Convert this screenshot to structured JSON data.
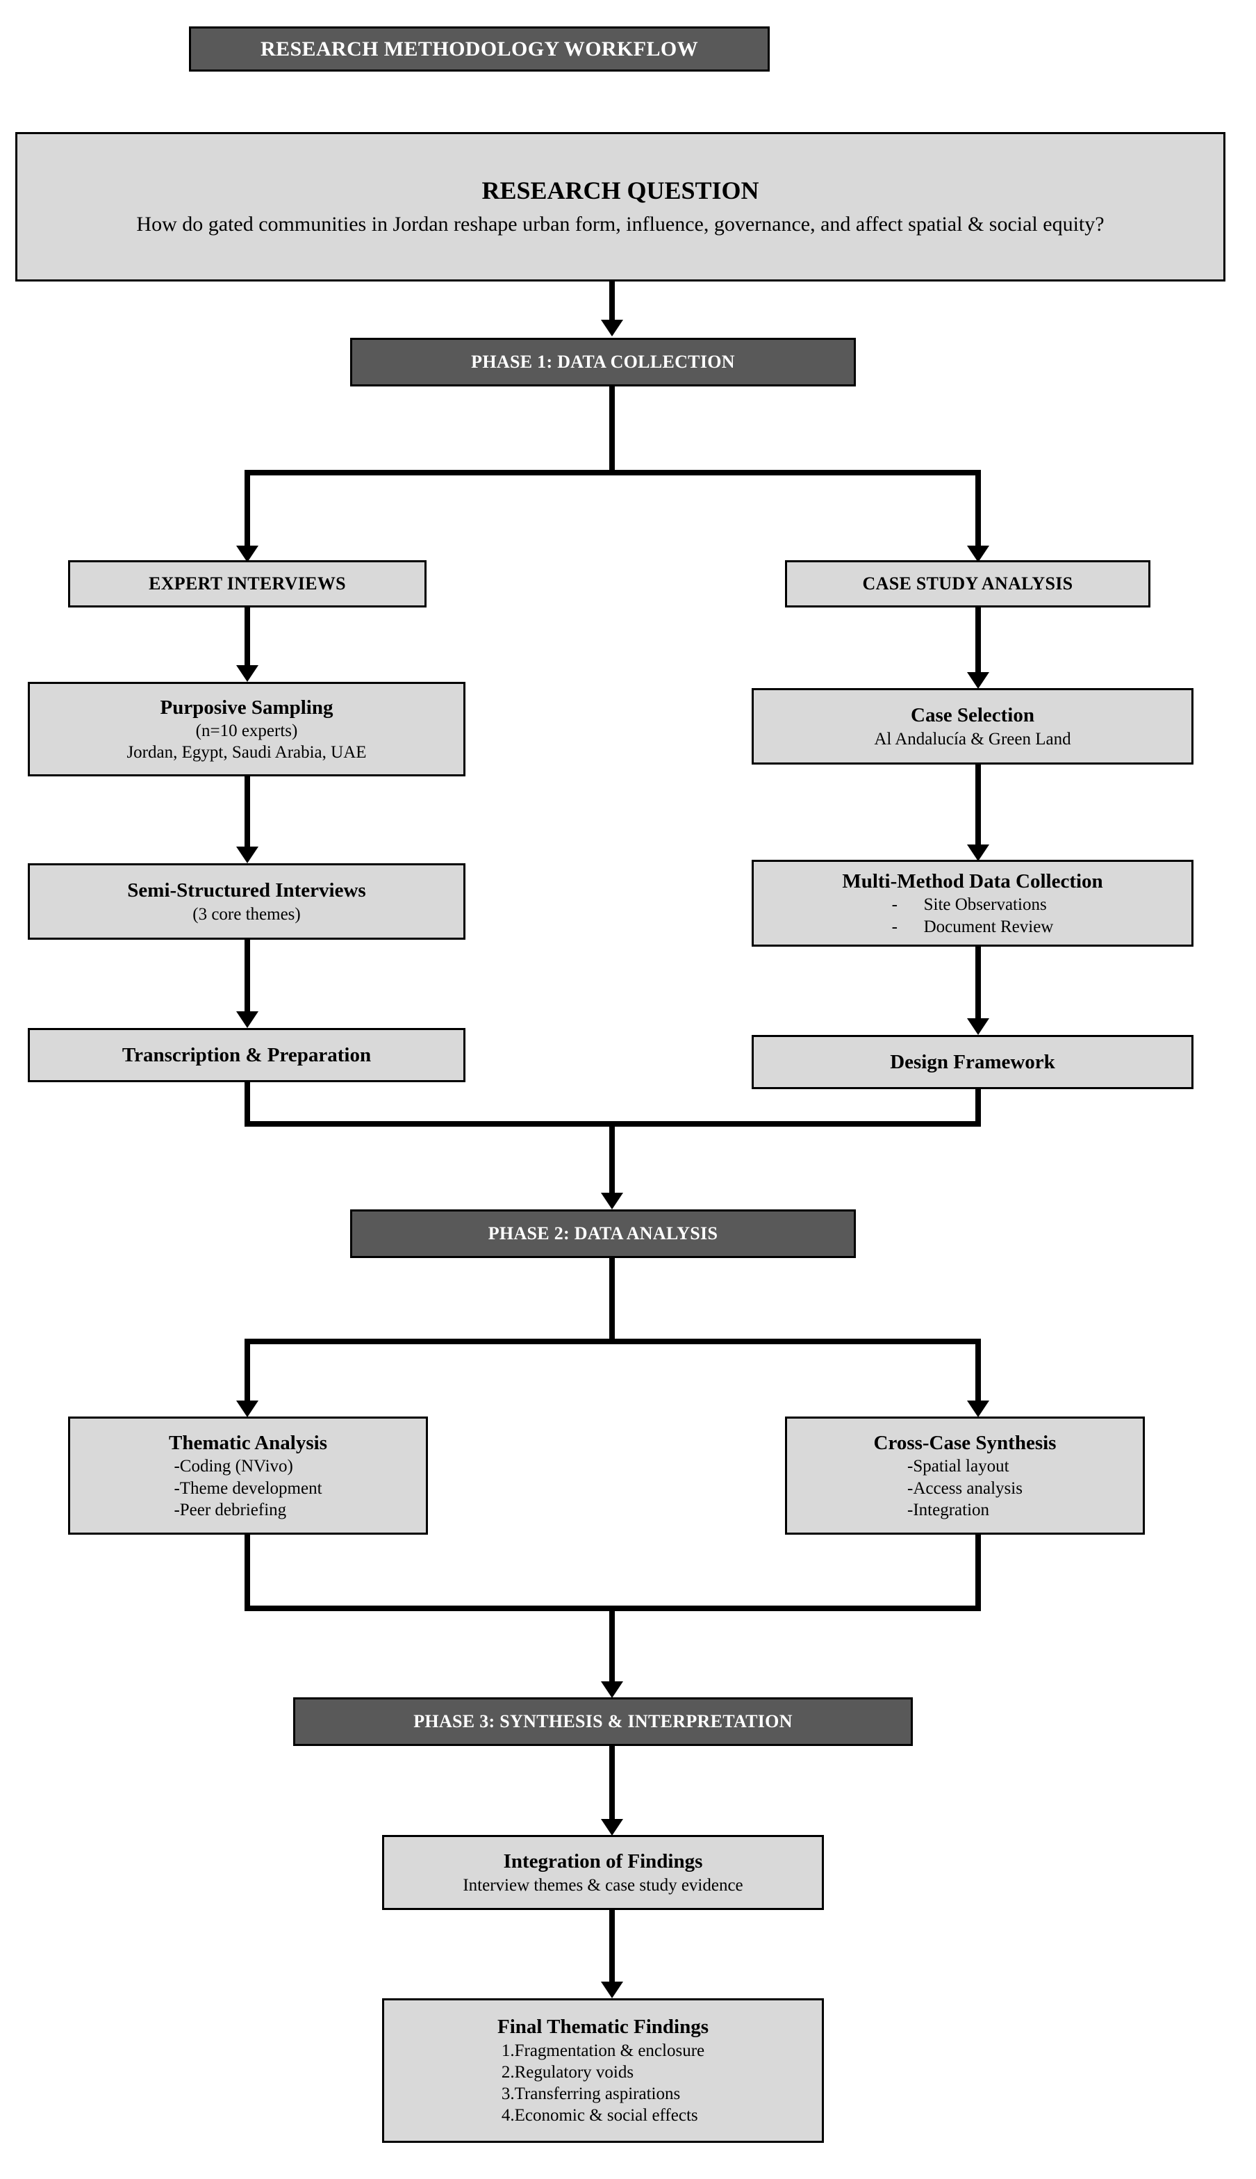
{
  "title_banner": {
    "label": "RESEARCH METHODOLOGY WORKFLOW"
  },
  "research_question": {
    "heading": "RESEARCH QUESTION",
    "text": "How do gated communities in Jordan reshape urban form, influence, governance, and affect spatial & social equity?"
  },
  "phases": {
    "phase1": "PHASE 1: DATA COLLECTION",
    "phase2": "PHASE 2: DATA ANALYSIS",
    "phase3": "PHASE 3: SYNTHESIS & INTERPRETATION"
  },
  "branches": {
    "left_head": "EXPERT INTERVIEWS",
    "right_head": "CASE STUDY ANALYSIS"
  },
  "left_column": [
    {
      "title": "Purposive Sampling",
      "sub1": "(n=10 experts)",
      "sub2": "Jordan, Egypt, Saudi Arabia, UAE"
    },
    {
      "title": "Semi-Structured Interviews",
      "sub1": "(3 core themes)"
    },
    {
      "title": "Transcription  & Preparation"
    }
  ],
  "right_column": [
    {
      "title": "Case Selection",
      "sub1": "Al Andalucía & Green Land"
    },
    {
      "title": "Multi-Method  Data Collection",
      "items": [
        "Site Observations",
        "Document Review"
      ]
    },
    {
      "title": "Design Framework"
    }
  ],
  "analysis": {
    "left": {
      "title": "Thematic Analysis",
      "items": [
        "-Coding (NVivo)",
        "-Theme development",
        "-Peer debriefing"
      ]
    },
    "right": {
      "title": "Cross-Case Synthesis",
      "items": [
        "-Spatial layout",
        "-Access analysis",
        "-Integration"
      ]
    }
  },
  "integration": {
    "title": "Integration of Findings",
    "sub1": "Interview themes & case study evidence"
  },
  "final": {
    "title": "Final Thematic Findings",
    "items": [
      "1.Fragmentation & enclosure",
      "2.Regulatory voids",
      "3.Transferring aspirations",
      "4.Economic & social effects"
    ]
  },
  "colors": {
    "dark_fill": "#595959",
    "light_fill": "#d9d9d9",
    "stroke": "#000000",
    "dark_text": "#ffffff"
  }
}
